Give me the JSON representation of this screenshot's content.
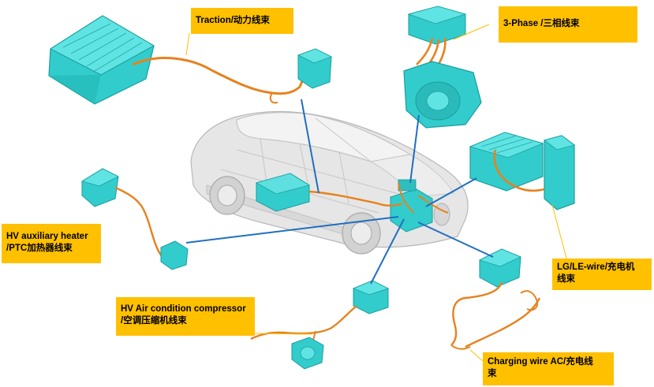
{
  "labels": {
    "traction": {
      "line1": "Traction/动力线束"
    },
    "three_phase": {
      "line1": "3-Phase /三相线束"
    },
    "hv_heater": {
      "line1": "HV auxiliary heater",
      "line2": "/PTC加热器线束"
    },
    "lg_le": {
      "line1": "LG/LE-wire/充电机",
      "line2": "线束"
    },
    "hv_ac": {
      "line1": "HV Air condition compressor",
      "line2": "/空调压缩机线束"
    },
    "charging_ac": {
      "line1": "Charging wire AC/充电线",
      "line2": "束"
    }
  },
  "colors": {
    "label_bg": "#ffc000",
    "component": "#33cccc",
    "component_dark": "#1a9e9e",
    "harness": "#e6821e",
    "connector_line": "#1f6fc0",
    "car_body": "#e3e3e3",
    "car_outline": "#b5b5b5"
  }
}
